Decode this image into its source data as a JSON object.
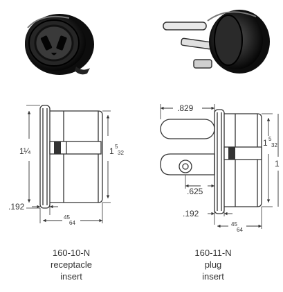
{
  "left_part": {
    "model": "160-10-N",
    "type_line1": "receptacle",
    "type_line2": "insert",
    "dims": {
      "height_whole": "1",
      "height_frac": "¼",
      "right_whole": "1",
      "right_frac_num": "5",
      "right_frac_den": "32",
      "flange": ".192",
      "body_num": "45",
      "body_den": "64"
    }
  },
  "right_part": {
    "model": "160-11-N",
    "type_line1": "plug",
    "type_line2": "insert",
    "dims": {
      "blade_length": ".829",
      "pin_offset": ".625",
      "flange": ".192",
      "right_whole": "1",
      "right_frac_num": "5",
      "right_frac_den": "32",
      "outer_whole": "1",
      "body_num": "45",
      "body_den": "64"
    }
  }
}
